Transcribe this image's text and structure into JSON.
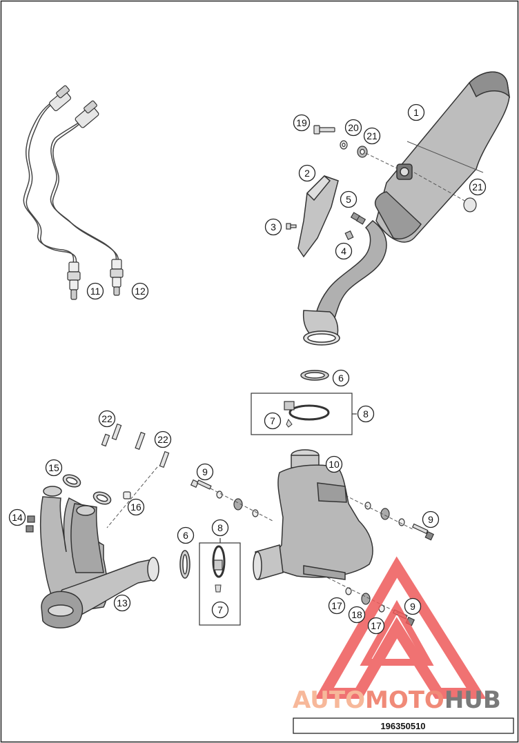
{
  "document_number": "196350510",
  "watermark": {
    "brand_part1": "AUTO",
    "brand_part2": "MOTO",
    "brand_part3": "HUB",
    "color_light": "#f7b89a",
    "color_mid": "#f08a78",
    "color_dark": "#7a7a7a",
    "triangle_color": "#ee5a5a"
  },
  "callouts": {
    "c1": "1",
    "c2": "2",
    "c3": "3",
    "c4": "4",
    "c5": "5",
    "c6a": "6",
    "c6b": "6",
    "c7a": "7",
    "c7b": "7",
    "c8a": "8",
    "c8b": "8",
    "c9a": "9",
    "c9b": "9",
    "c9c": "9",
    "c10": "10",
    "c11": "11",
    "c12": "12",
    "c13": "13",
    "c14": "14",
    "c15": "15",
    "c16": "16",
    "c17a": "17",
    "c17b": "17",
    "c18": "18",
    "c19": "19",
    "c20": "20",
    "c21a": "21",
    "c21b": "21",
    "c22a": "22",
    "c22b": "22"
  }
}
